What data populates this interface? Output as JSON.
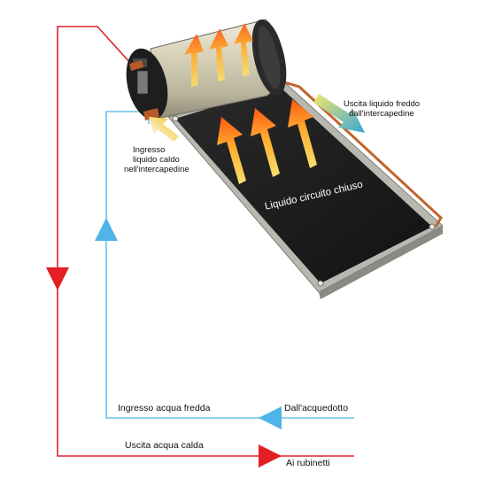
{
  "labels": {
    "outlet_cold_liquid": [
      "Uscita liquido freddo",
      "dall'intercapedine"
    ],
    "inlet_hot_liquid": [
      "Ingresso",
      "liquido caldo",
      "nell'intercapedine"
    ],
    "closed_circuit_liquid": "Liquido circuito chiuso",
    "cold_water_inlet": "Ingresso acqua fredda",
    "from_aqueduct": "Dall'acquedotto",
    "hot_water_outlet": "Uscita acqua calda",
    "to_taps": "Ai rubinetti"
  },
  "colors": {
    "hot_line": "#e0202a",
    "cold_line": "#6cc3ea",
    "cold_arrow": "#4fb4e6",
    "panel": "#1c1c1c",
    "frame": "#b8b8b0",
    "tank": "#d8d2b8",
    "heat_arrow_top": "#ff7a10",
    "heat_arrow_bottom": "#f6e070"
  },
  "icons": {
    "hot_flow_arrow": "triangle-arrow-red",
    "cold_flow_arrow": "triangle-arrow-blue",
    "heat_rising_arrow": "gradient-up-arrow",
    "coolant_out_arrow": "gradient-arrow-blue",
    "coolant_in_arrow": "gradient-arrow-yellow"
  }
}
